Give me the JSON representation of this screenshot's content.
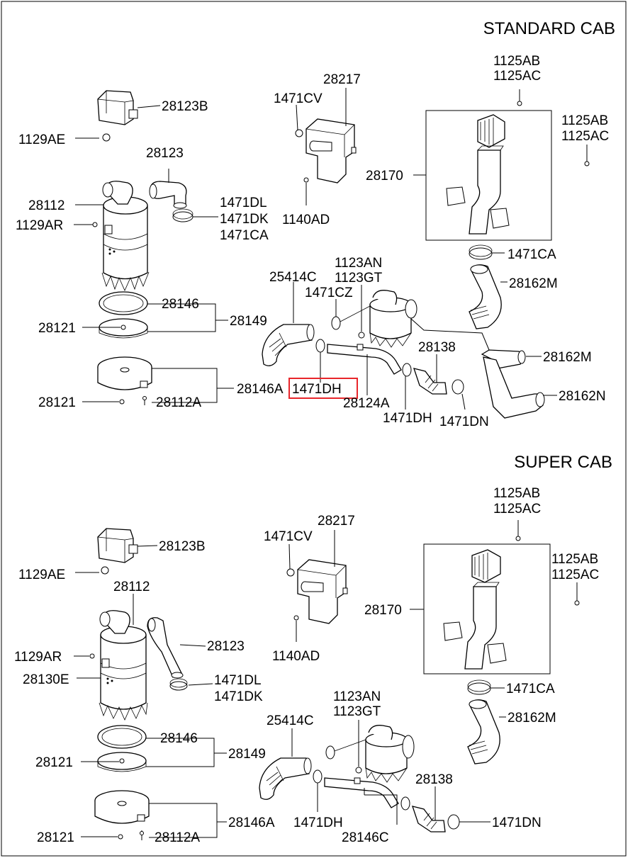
{
  "sections": {
    "standard": "STANDARD CAB",
    "super": "SUPER CAB"
  },
  "highlight_color": "#e8262b",
  "top": {
    "p28123B": "28123B",
    "p1129AE": "1129AE",
    "p28123": "28123",
    "p28112": "28112",
    "p1129AR": "1129AR",
    "p1471DL": "1471DL",
    "p1471DK": "1471DK",
    "p1471CA_a": "1471CA",
    "p28146": "28146",
    "p28149": "28149",
    "p28121_a": "28121",
    "p28146A": "28146A",
    "p28121_b": "28121",
    "p28112A": "28112A",
    "p1471CV": "1471CV",
    "p28217": "28217",
    "p1140AD": "1140AD",
    "p1125AB_a": "1125AB",
    "p1125AC_a": "1125AC",
    "p1125AB_b": "1125AB",
    "p1125AC_b": "1125AC",
    "p28170": "28170",
    "p1471CA_b": "1471CA",
    "p28162M_a": "28162M",
    "p25414C": "25414C",
    "p1123AN": "1123AN",
    "p1123GT": "1123GT",
    "p1471CZ": "1471CZ",
    "p1471DH_a": "1471DH",
    "p28124A": "28124A",
    "p28138": "28138",
    "p1471DH_b": "1471DH",
    "p1471DN": "1471DN",
    "p28162M_b": "28162M",
    "p28162N": "28162N"
  },
  "bottom": {
    "p28123B": "28123B",
    "p1129AE": "1129AE",
    "p28112": "28112",
    "p28123": "28123",
    "p1129AR": "1129AR",
    "p28130E": "28130E",
    "p1471DL": "1471DL",
    "p1471DK": "1471DK",
    "p28146": "28146",
    "p28149": "28149",
    "p28121_a": "28121",
    "p28146A": "28146A",
    "p28121_b": "28121",
    "p28112A": "28112A",
    "p1471CV": "1471CV",
    "p28217": "28217",
    "p1140AD": "1140AD",
    "p1125AB_a": "1125AB",
    "p1125AC_a": "1125AC",
    "p1125AB_b": "1125AB",
    "p1125AC_b": "1125AC",
    "p28170": "28170",
    "p1471CA": "1471CA",
    "p28162M": "28162M",
    "p25414C": "25414C",
    "p1123AN": "1123AN",
    "p1123GT": "1123GT",
    "p1471DH": "1471DH",
    "p28146C": "28146C",
    "p28138": "28138",
    "p1471DN": "1471DN"
  }
}
